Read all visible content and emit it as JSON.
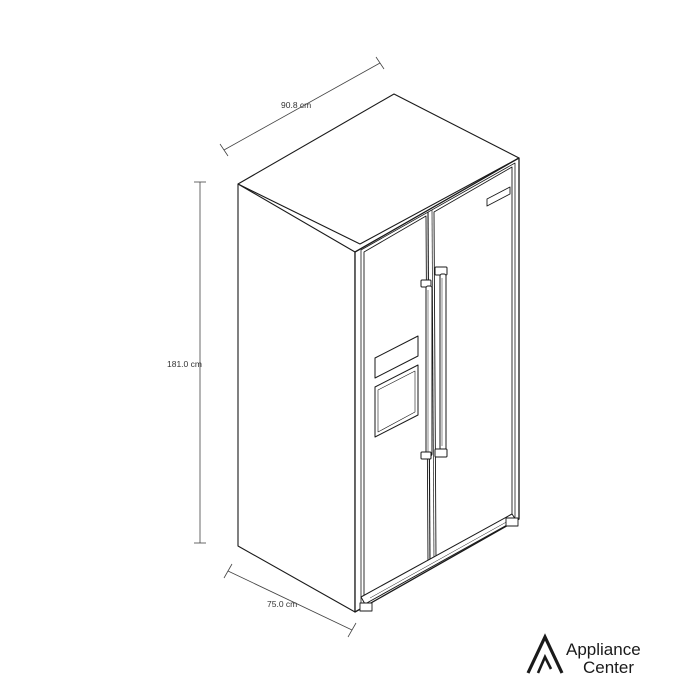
{
  "dimensions": {
    "width": "90.8 cm",
    "height": "181.0 cm",
    "depth": "75.0 cm"
  },
  "brand": {
    "line1": "Appliance",
    "line2": "Center"
  },
  "colors": {
    "outline": "#1a1a1a",
    "dimension_line": "#444444",
    "background": "#ffffff"
  }
}
